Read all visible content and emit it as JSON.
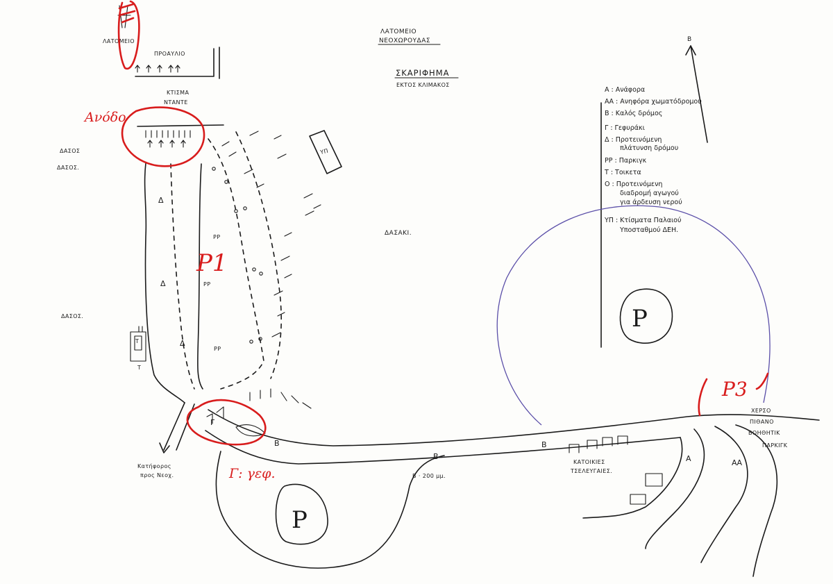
{
  "header": {
    "title_line1": "ΛΑΤΟΜΕΙΟ",
    "title_line2": "ΝΕΟΧΩΡΟΥΔΑΣ",
    "sketch_title": "ΣΚΑΡΙΦΗΜΑ",
    "sketch_subtitle": "ΕΚΤΟΣ ΚΛΙΜΑΚΟΣ"
  },
  "north_arrow": {
    "label": "B"
  },
  "legend": [
    {
      "key": "Α",
      "text": "Α : Ανάφορα"
    },
    {
      "key": "ΑΑ",
      "text": "ΑΑ : Ανηφόρα χωματόδρομου"
    },
    {
      "key": "Β",
      "text": "Β : Καλός δρόμος"
    },
    {
      "key": "Γ",
      "text": "Γ : Γεφυράκι"
    },
    {
      "key": "Δ",
      "text": "Δ : Προτεινόμενη",
      "text2": "πλάτυνση δρόμου"
    },
    {
      "key": "PP",
      "text": "PP : Παρκιγκ"
    },
    {
      "key": "Τ",
      "text": "Τ : Τοικετα"
    },
    {
      "key": "Ο",
      "text": "Ο : Προτεινόμενη",
      "text2": "διαδρομή αγωγού",
      "text3": "για άρδευση νερού"
    },
    {
      "key": "ΥΠ",
      "text": "ΥΠ : Κτίσματα Παλαιού",
      "text2": "Υποσταθμού ΔΕΗ."
    }
  ],
  "map_labels": {
    "latomeio": "ΛΑΤΟΜΕΙΟ",
    "proaylio": "ΠΡΟΑΥΛΙΟ",
    "ktisma_1": "ΚΤΙΣΜΑ",
    "ktisma_2": "ΝΤΑΝΤΕ",
    "dasos_1": "ΔΑΣΟΣ",
    "dasos_2": "ΔΑΣΟΣ.",
    "dasos_3": "ΔΑΣΟΣ.",
    "dasaki": "ΔΑΣΑΚΙ.",
    "yp": "ΥΠ",
    "katoikies_1": "ΚΑΤΟΙΚΙΕΣ",
    "katoikies_2": "ΤΣΕΛΕΥΓΑΙΕΣ.",
    "kerso_1": "ΧΕΡΣΟ",
    "kerso_2": "ΠΙΘΑΝΟ",
    "kerso_3": "ΒΟΗΘΗΤΙΚ",
    "kerso_4": "ΠΑΡΚΙΓΚ",
    "katiforos_1": "Κατήφορος",
    "katiforos_2": "προς Νεοχ.",
    "distance": "Β · 200 μμ.",
    "pp": "PP",
    "delta": "Δ",
    "beta": "Β",
    "gamma": "Γ",
    "a": "Α",
    "aa": "ΑΑ",
    "t": "Τ",
    "t2": "Τ",
    "p_symbol": "P"
  },
  "annotations": {
    "anodos": "Ανόδο",
    "p1": "P1",
    "p3": "P3",
    "g_gef": "Γ: γεφ."
  },
  "colors": {
    "ink": "#1a1a1a",
    "red_marker": "#d81c1c",
    "violet_circle": "#5a4ea8",
    "paper": "#fdfdfb"
  }
}
